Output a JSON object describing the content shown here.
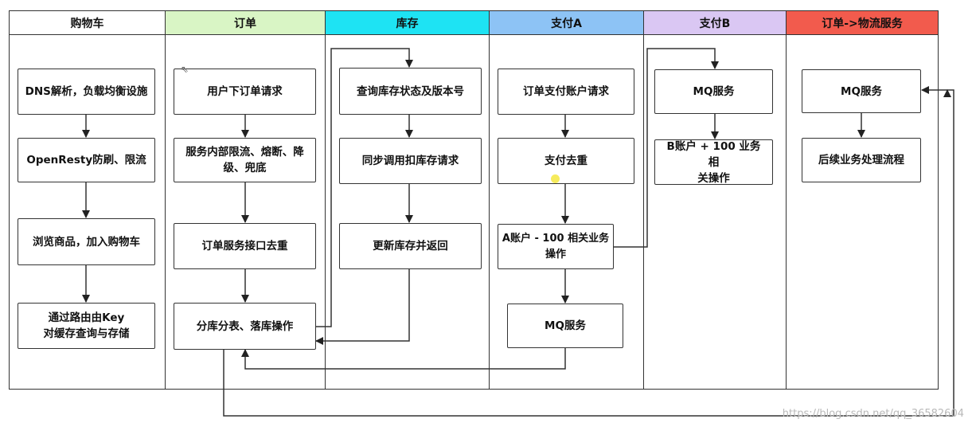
{
  "lanes": [
    {
      "label": "购物车",
      "color": "#ffffff"
    },
    {
      "label": "订单",
      "color": "#d9f5c5"
    },
    {
      "label": "库存",
      "color": "#1ee3f3"
    },
    {
      "label": "支付A",
      "color": "#8dc3f5"
    },
    {
      "label": "支付B",
      "color": "#dac7f3"
    },
    {
      "label": "订单->物流服务",
      "color": "#f25b4d"
    }
  ],
  "nodes": {
    "cart_dns": "DNS解析，负载均衡设施",
    "cart_openresty": "OpenResty防刷、限流",
    "cart_browse": "浏览商品，加入购物车",
    "cart_route": "通过路由由Key\n对缓存查询与存储",
    "order_request": "用户下订单请求",
    "order_internal": "服务内部限流、熔断、降\n级、兜底",
    "order_dedup": "订单服务接口去重",
    "order_shard": "分库分表、落库操作",
    "stock_query": "查询库存状态及版本号",
    "stock_deduct": "同步调用扣库存请求",
    "stock_update": "更新库存并返回",
    "payA_request": "订单支付账户请求",
    "payA_dedup": "支付去重",
    "payA_minus": "A账户 - 100 相关业务操作",
    "payA_mq": "MQ服务",
    "payB_mq": "MQ服务",
    "payB_plus": "B账户 + 100 业务相\n关操作",
    "logi_mq": "MQ服务",
    "logi_followup": "后续业务处理流程"
  },
  "watermark": "https://blog.csdn.net/qq_36582604"
}
